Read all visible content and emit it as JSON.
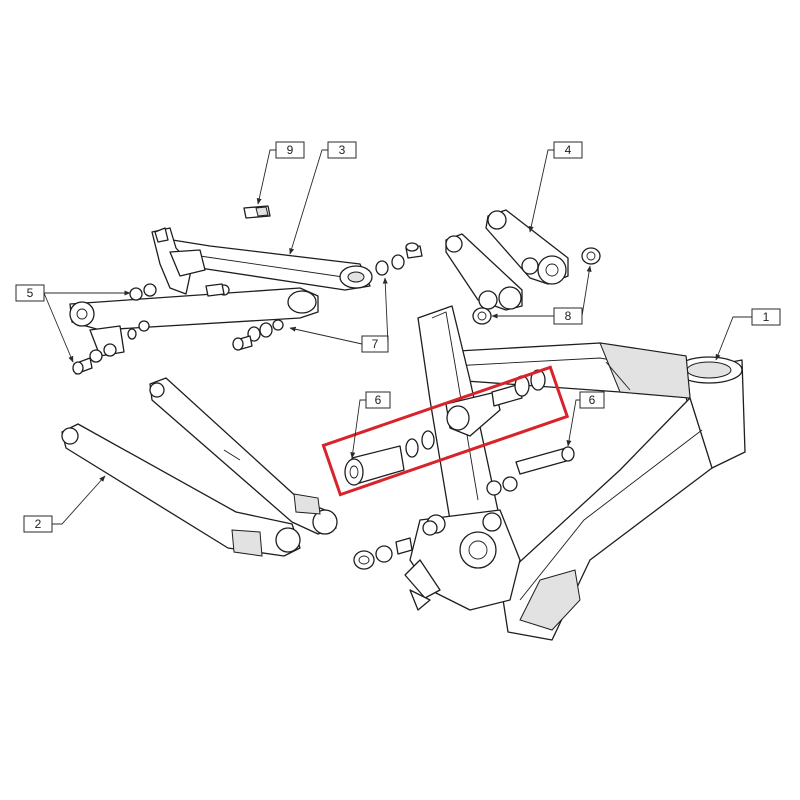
{
  "callouts": [
    {
      "id": "callout-1",
      "number": "1"
    },
    {
      "id": "callout-2",
      "number": "2"
    },
    {
      "id": "callout-3",
      "number": "3"
    },
    {
      "id": "callout-4",
      "number": "4"
    },
    {
      "id": "callout-5",
      "number": "5"
    },
    {
      "id": "callout-6a",
      "number": "6"
    },
    {
      "id": "callout-6b",
      "number": "6"
    },
    {
      "id": "callout-7",
      "number": "7"
    },
    {
      "id": "callout-8",
      "number": "8"
    },
    {
      "id": "callout-9",
      "number": "9"
    }
  ],
  "highlight": {
    "color": "#d8232a"
  },
  "colors": {
    "line": "#1e1e1e",
    "shade": "#e2e2e2",
    "background": "#ffffff"
  }
}
